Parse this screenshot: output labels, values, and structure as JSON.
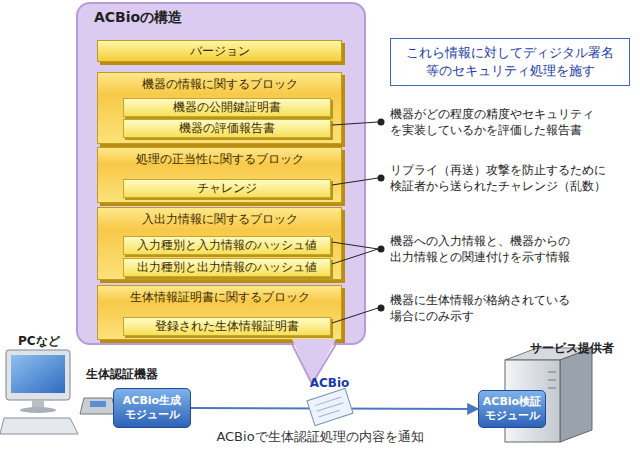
{
  "diagram": {
    "caption": "ACBioで生体認証処理の内容を通知",
    "nodes": [
      {
        "text": [
          "ACBioの構造"
        ]
      },
      {
        "text": [
          "バージョン"
        ],
        "in": 0
      },
      {
        "text": [
          "機器の情報に関するブロック"
        ],
        "in": 0
      },
      {
        "text": [
          "機器の公開鍵証明書"
        ],
        "in": 2
      },
      {
        "text": [
          "機器の評価報告書"
        ],
        "in": 2
      },
      {
        "text": [
          "処理の正当性に関するブロック"
        ],
        "in": 0
      },
      {
        "text": [
          "チャレンジ"
        ],
        "in": 5
      },
      {
        "text": [
          "入出力情報に関するブロック"
        ],
        "in": 0
      },
      {
        "text": [
          "入力種別と入力情報のハッシュ値"
        ],
        "in": 7
      },
      {
        "text": [
          "出力種別と出力情報のハッシュ値"
        ],
        "in": 7
      },
      {
        "text": [
          "生体情報証明書に関するブロック"
        ],
        "in": 0
      },
      {
        "text": [
          "登録された生体情報証明書"
        ],
        "in": 10
      },
      {
        "text": [
          "これら情報に対してディジタル署名 等のセキュリティ処理を施す"
        ]
      },
      {
        "text": [
          "ACBio生成 モジュール"
        ]
      },
      {
        "text": [
          "ACBio検証 モジュール"
        ]
      }
    ],
    "edges": [
      {
        "from": 13,
        "to": 14,
        "arrow": "to",
        "label": "ACBio"
      }
    ],
    "labels": [
      "機器がどの程度の精度やセキュリティ を実装しているかを評価した報告書",
      "リプライ（再送）攻撃を防止するために 検証者から送られたチャレンジ（乱数）",
      "機器への入力情報と、機器からの 出力情報との関連付けを示す情報",
      "機器に生体情報が格納されている 場合にのみ示す",
      "PCなど",
      "生体認証機器",
      "サービス提供者"
    ]
  }
}
